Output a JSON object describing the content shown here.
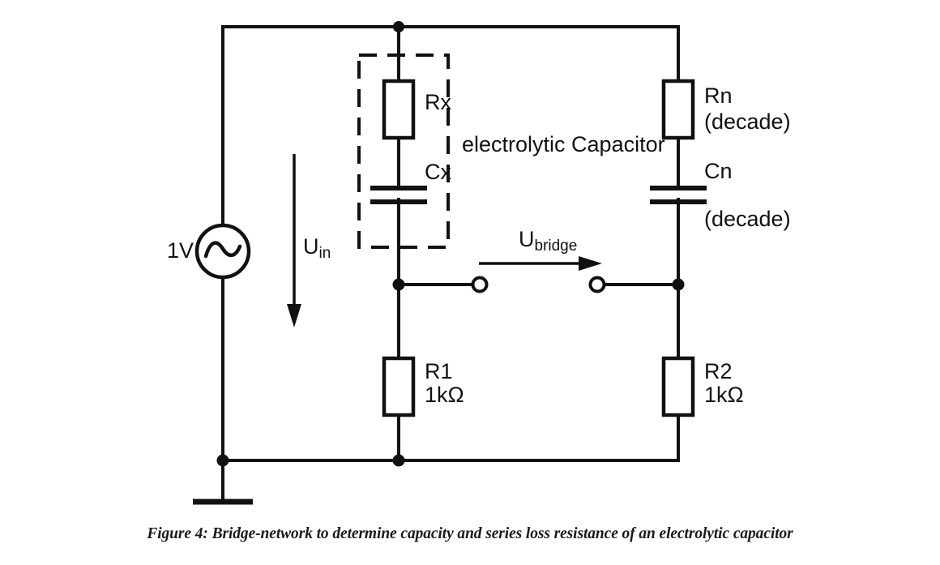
{
  "figure": {
    "caption": "Figure 4: Bridge-network to determine capacity and series loss resistance of an electrolytic capacitor",
    "background_color": "#ffffff",
    "line_color": "#111111"
  },
  "circuit": {
    "type": "wheatstone-bridge",
    "source": {
      "label": "1V",
      "kind": "ac-voltage-source",
      "symbol": "sine"
    },
    "signals": {
      "input": {
        "name": "U",
        "subscript": "in",
        "direction": "down"
      },
      "bridge": {
        "name": "U",
        "subscript": "bridge",
        "direction": "right"
      }
    },
    "dut": {
      "box_label": "electrolytic Capacitor",
      "components": [
        {
          "id": "Rx",
          "label": "Rx",
          "type": "resistor",
          "value": ""
        },
        {
          "id": "Cx",
          "label": "Cx",
          "type": "capacitor",
          "value": ""
        }
      ]
    },
    "reference_branch": [
      {
        "id": "Rn",
        "label": "Rn",
        "sublabel": "(decade)",
        "type": "resistor"
      },
      {
        "id": "Cn",
        "label": "Cn",
        "sublabel": "(decade)",
        "type": "capacitor"
      }
    ],
    "divider_branch": [
      {
        "id": "R1",
        "label": "R1",
        "value": "1kΩ",
        "type": "resistor"
      },
      {
        "id": "R2",
        "label": "R2",
        "value": "1kΩ",
        "type": "resistor"
      }
    ],
    "terminals": [
      {
        "id": "bridge-left",
        "type": "open-terminal"
      },
      {
        "id": "bridge-right",
        "type": "open-terminal"
      }
    ],
    "ground": {
      "type": "earth-ground"
    }
  }
}
